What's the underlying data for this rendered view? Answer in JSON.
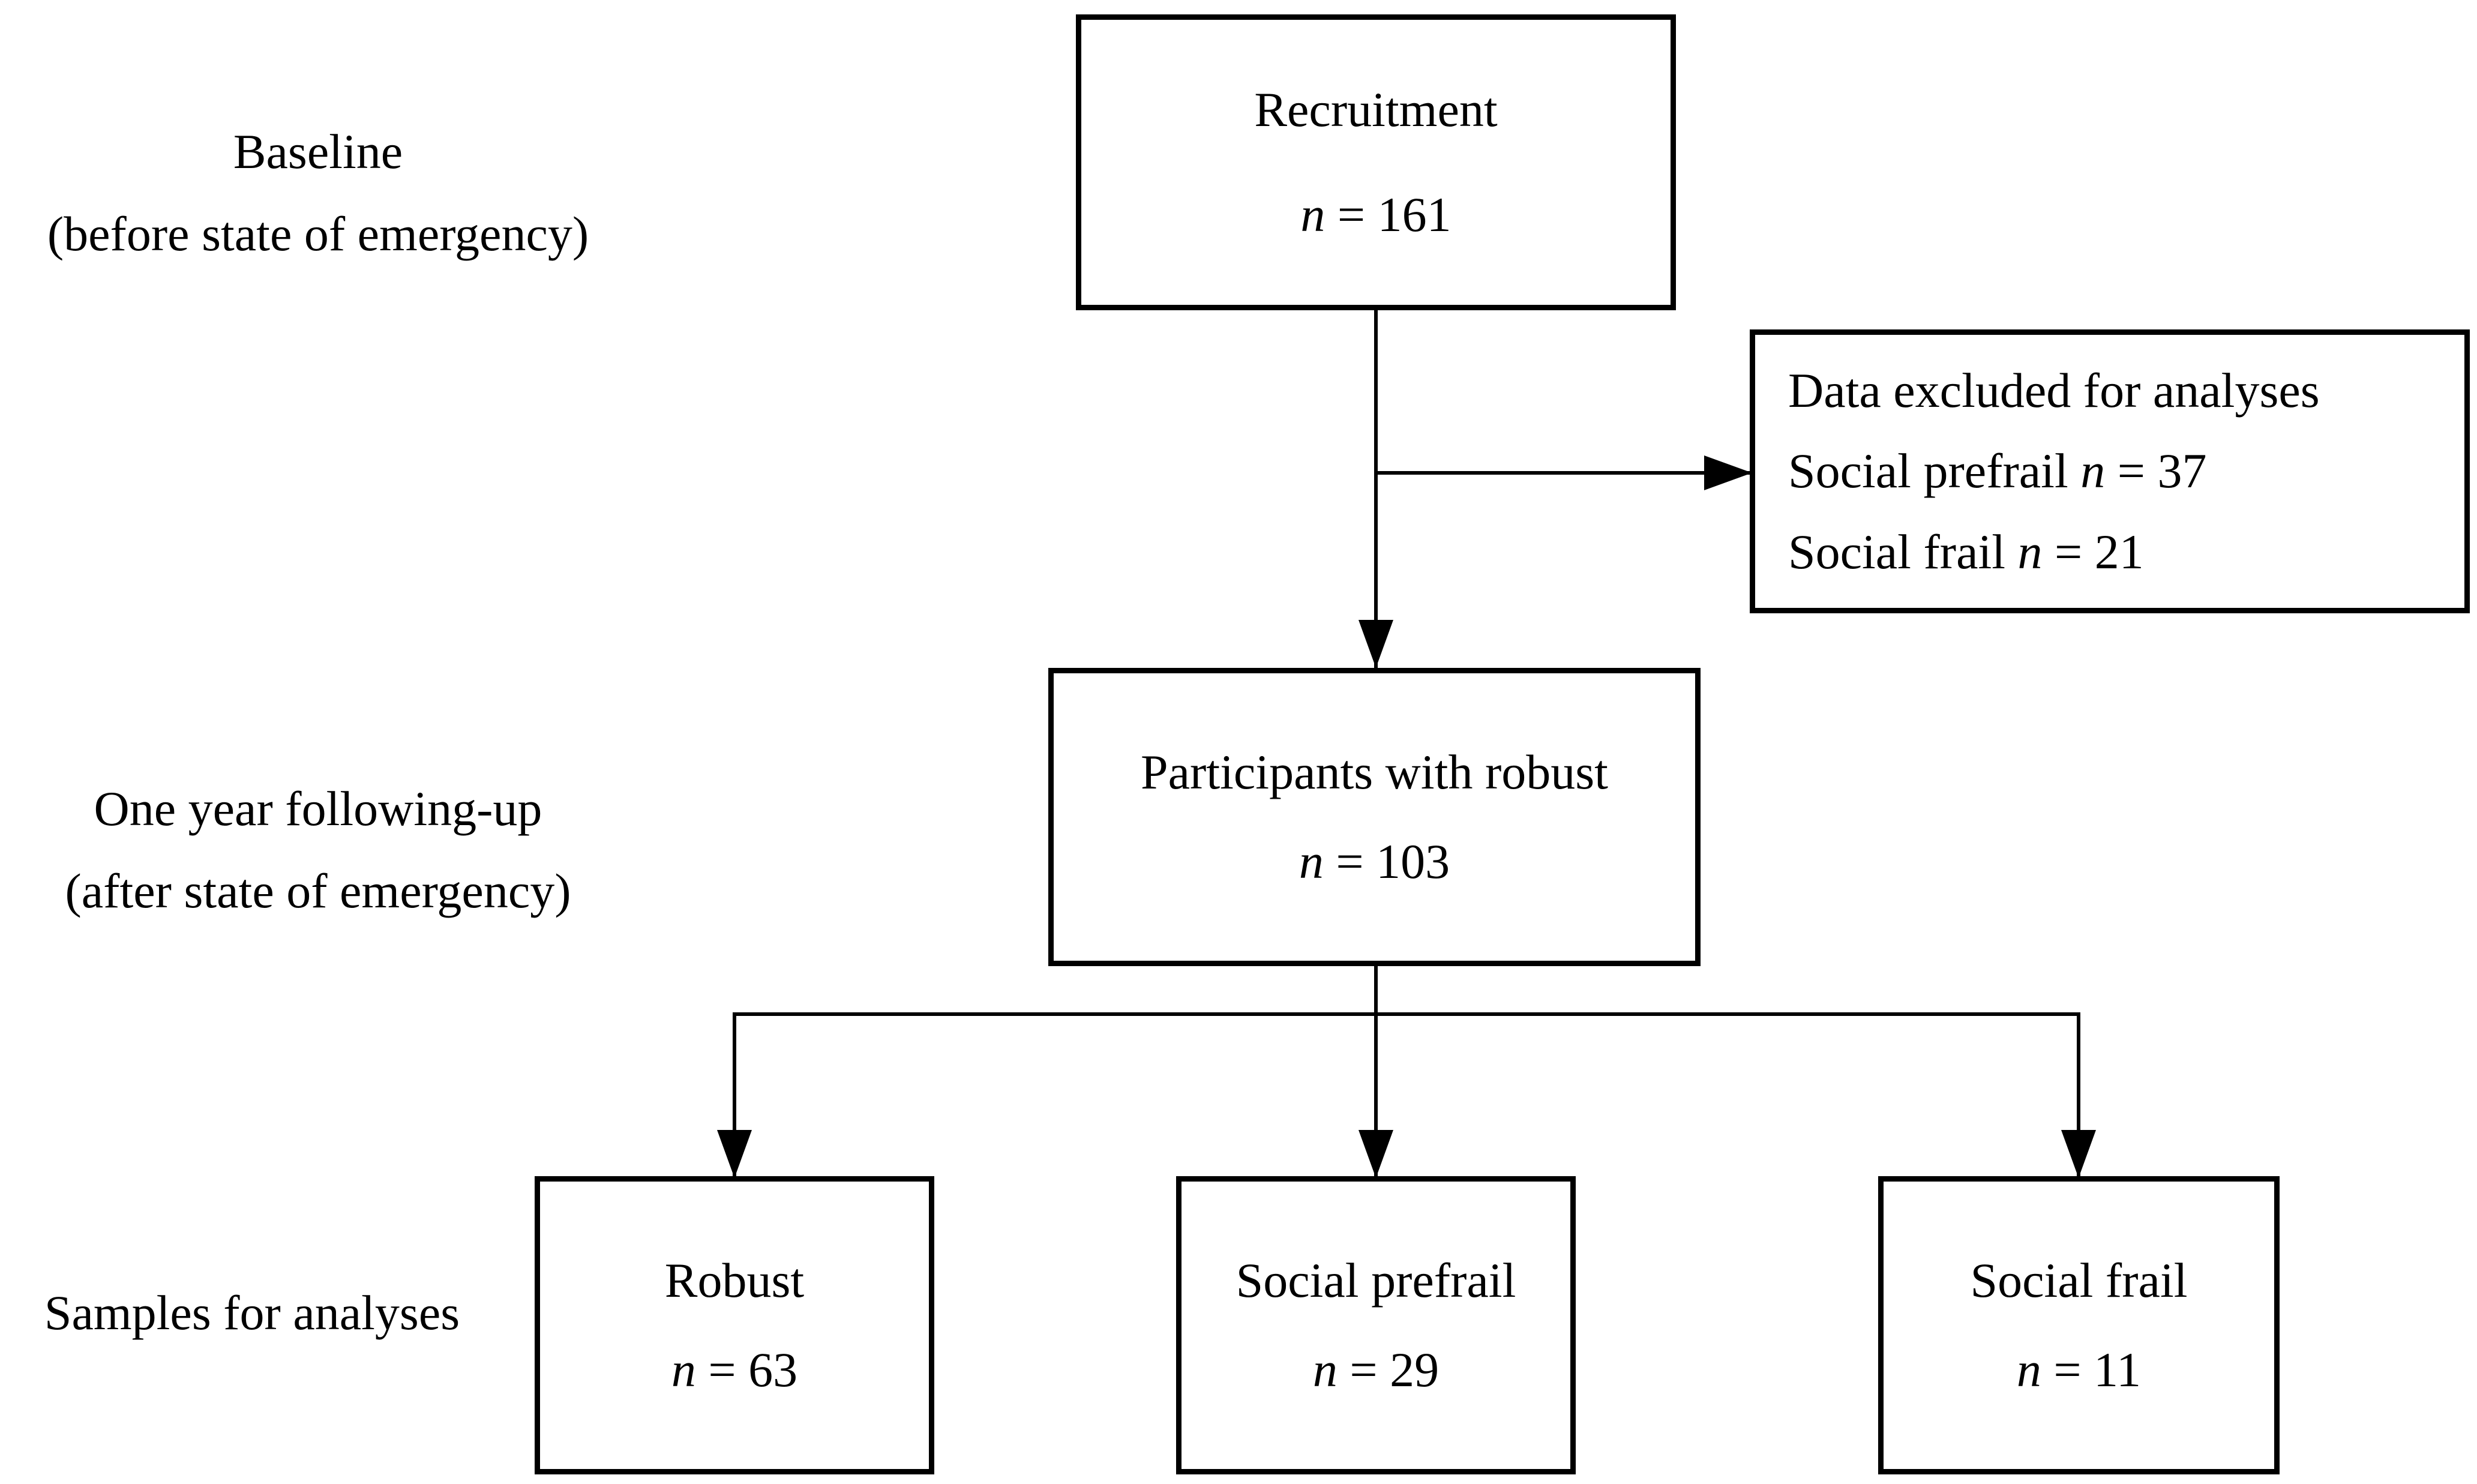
{
  "diagram": {
    "background_color": "#ffffff",
    "line_color": "#000000",
    "text_color": "#000000",
    "side_labels": {
      "baseline_line1": "Baseline",
      "baseline_line2": "(before state of emergency)",
      "followup_line1": "One year following-up",
      "followup_line2": "(after state of emergency)",
      "samples": "Samples for analyses"
    },
    "boxes": {
      "recruitment": {
        "title": "Recruitment",
        "var": "n",
        "rel": "=",
        "value": "161"
      },
      "excluded": {
        "title": "Data excluded for analyses",
        "rows": [
          {
            "prefix": "Social prefrail",
            "var": "n",
            "rel": "=",
            "value": "37"
          },
          {
            "prefix": "Social frail",
            "var": "n",
            "rel": "=",
            "value": "21"
          }
        ]
      },
      "participants": {
        "title": "Participants with robust",
        "var": "n",
        "rel": "=",
        "value": "103"
      },
      "robust": {
        "title": "Robust",
        "var": "n",
        "rel": "=",
        "value": "63"
      },
      "prefrail": {
        "title": "Social prefrail",
        "var": "n",
        "rel": "=",
        "value": "29"
      },
      "frail": {
        "title": "Social frail",
        "var": "n",
        "rel": "=",
        "value": "11"
      }
    }
  }
}
